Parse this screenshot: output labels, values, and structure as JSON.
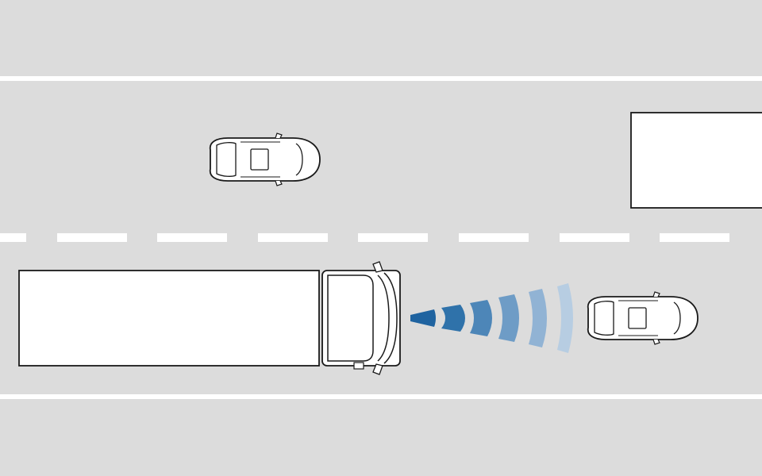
{
  "scene": {
    "description_free": true,
    "road": {
      "background_color": "#dcdcdc",
      "line_color": "#ffffff",
      "lanes": 2
    },
    "vehicles": [
      {
        "id": "truck",
        "kind": "truck",
        "lane": 2,
        "role": "ego"
      },
      {
        "id": "car-ahead",
        "kind": "car",
        "lane": 2,
        "role": "detected-target"
      },
      {
        "id": "car-adjacent",
        "kind": "car",
        "lane": 1,
        "role": "traffic"
      },
      {
        "id": "trailer-adjacent",
        "kind": "truck-trailer",
        "lane": 1,
        "role": "traffic"
      }
    ],
    "sensor": {
      "type": "radar",
      "wave_colors": [
        "#1f63a0",
        "#2f72aa",
        "#4d86b8",
        "#6e9cc6",
        "#91b3d4",
        "#b7cde2"
      ]
    }
  }
}
